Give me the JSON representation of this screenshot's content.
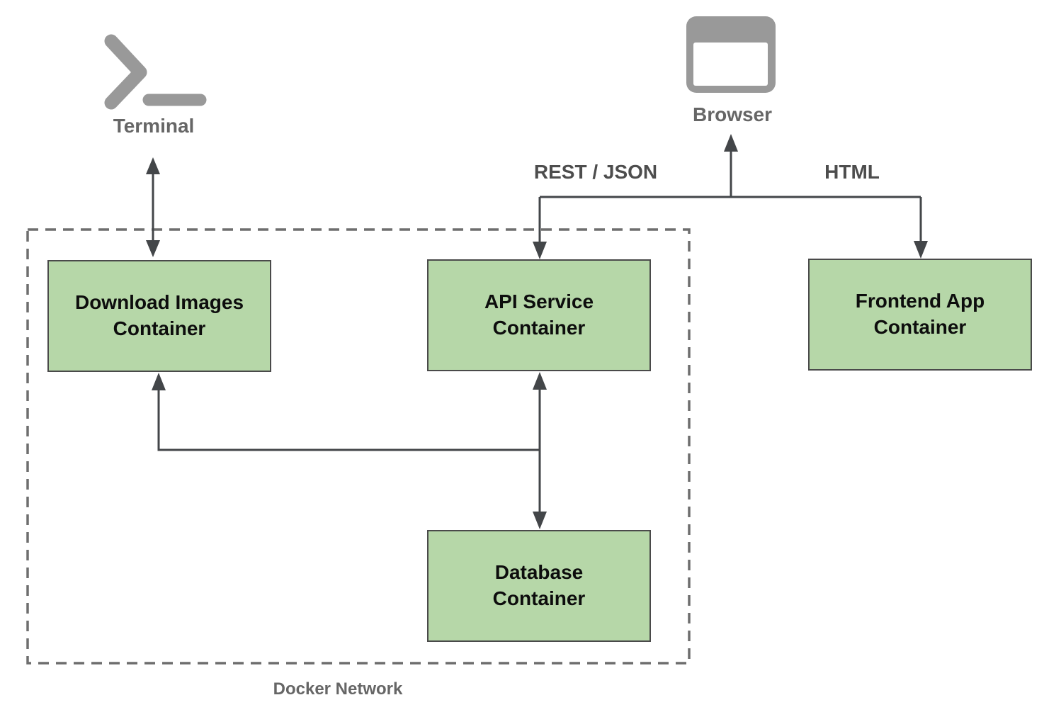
{
  "nodes": {
    "terminal": {
      "label": "Terminal"
    },
    "browser": {
      "label": "Browser"
    },
    "download_images": {
      "label": "Download Images\nContainer"
    },
    "api_service": {
      "label": "API Service\nContainer"
    },
    "database": {
      "label": "Database\nContainer"
    },
    "frontend_app": {
      "label": "Frontend App\nContainer"
    }
  },
  "edges": {
    "rest_json_label": "REST / JSON",
    "html_label": "HTML"
  },
  "network": {
    "label": "Docker Network"
  },
  "icons": {
    "terminal": "terminal-prompt-icon",
    "browser": "browser-window-icon"
  },
  "colors": {
    "container_fill": "#b6d7a8",
    "container_border": "#4a4a4a",
    "arrow": "#434649",
    "icon_gray": "#999999",
    "caption_gray": "#666666",
    "edge_label_gray": "#4d4d4d",
    "network_dash": "#6e6e6e",
    "background": "#ffffff"
  }
}
